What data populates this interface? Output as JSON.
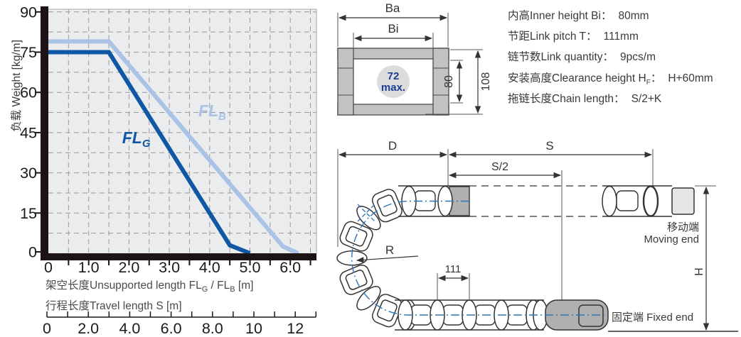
{
  "chart_data": {
    "type": "line",
    "title": "",
    "ylabel": "负载 Weight [kg/m]",
    "xlabel": "架空长度Unsupported length FLG / FLB [m]",
    "xlabel2": "行程长度Travel length S [m]",
    "xlim": [
      0,
      6.65
    ],
    "ylim": [
      0,
      91
    ],
    "x_ticks": [
      "0",
      "1.0",
      "2.0",
      "3.0",
      "4.0",
      "5.0",
      "6.0"
    ],
    "y_ticks": [
      "0",
      "15",
      "30",
      "45",
      "60",
      "75",
      "90"
    ],
    "grid_step_x": 0.5,
    "grid_step_y": 7.5,
    "grid_on": true,
    "legend_position": "inline-labels",
    "series": [
      {
        "name": "FL_B",
        "label_main": "FL",
        "label_sub": "B",
        "color": "#a9c2e5",
        "width": 6,
        "points": [
          [
            0,
            79
          ],
          [
            1.5,
            79
          ],
          [
            5.82,
            2.5
          ],
          [
            6.2,
            0
          ]
        ],
        "label_pos": [
          3.72,
          51
        ]
      },
      {
        "name": "FL_G",
        "label_main": "FL",
        "label_sub": "G",
        "color": "#1057a6",
        "width": 6,
        "points": [
          [
            0,
            75
          ],
          [
            1.5,
            75
          ],
          [
            4.5,
            3
          ],
          [
            5.0,
            0
          ]
        ],
        "label_pos": [
          1.83,
          41
        ]
      }
    ],
    "travel_axis": {
      "ticks": [
        "0",
        "2.0",
        "4.0",
        "6.0",
        "8.0",
        "10",
        "12"
      ],
      "minor_step": 1,
      "max": 13
    }
  },
  "chart": {
    "captions": {
      "unsupported_pre": "架空长度Unsupported length FL",
      "unsupported_sub1": "G",
      "unsupported_mid": " / FL",
      "unsupported_sub2": "B",
      "unsupported_post": " [m]",
      "travel": "行程长度Travel length S [m]"
    }
  },
  "cross_section": {
    "dim_outer_width": "Ba",
    "dim_inner_width": "Bi",
    "cable_max_line1": "72",
    "cable_max_line2": "max.",
    "dim_inner_height": "80",
    "dim_outer_height": "108",
    "accent_color": "#1b3e94",
    "frame_color": "#c2c2c2"
  },
  "specs": {
    "colon": "：",
    "rows": [
      {
        "label": "内高Inner height Bi",
        "sub": "",
        "value": "80mm"
      },
      {
        "label": "节距Link pitch T",
        "sub": "",
        "value": "111mm"
      },
      {
        "label": "链节数Link quantity",
        "sub": "",
        "value": "9pcs/m"
      },
      {
        "label": "安装高度Clearance height H",
        "sub": "F",
        "value": "H+60mm"
      },
      {
        "label": "拖链长度Chain length",
        "sub": "",
        "value": "S/2+K"
      }
    ]
  },
  "chain_diagram": {
    "dim_d": "D",
    "dim_s": "S",
    "dim_s_half": "S/2",
    "dim_radius": "R",
    "dim_pitch": "111",
    "dim_height": "H",
    "moving_end_zh": "移动端",
    "moving_end_en": "Moving end",
    "fixed_end": "固定端 Fixed end",
    "centerline_color": "#2e75b6",
    "block_color": "#b0b0b0",
    "bracket_color": "#e6e6e6"
  }
}
